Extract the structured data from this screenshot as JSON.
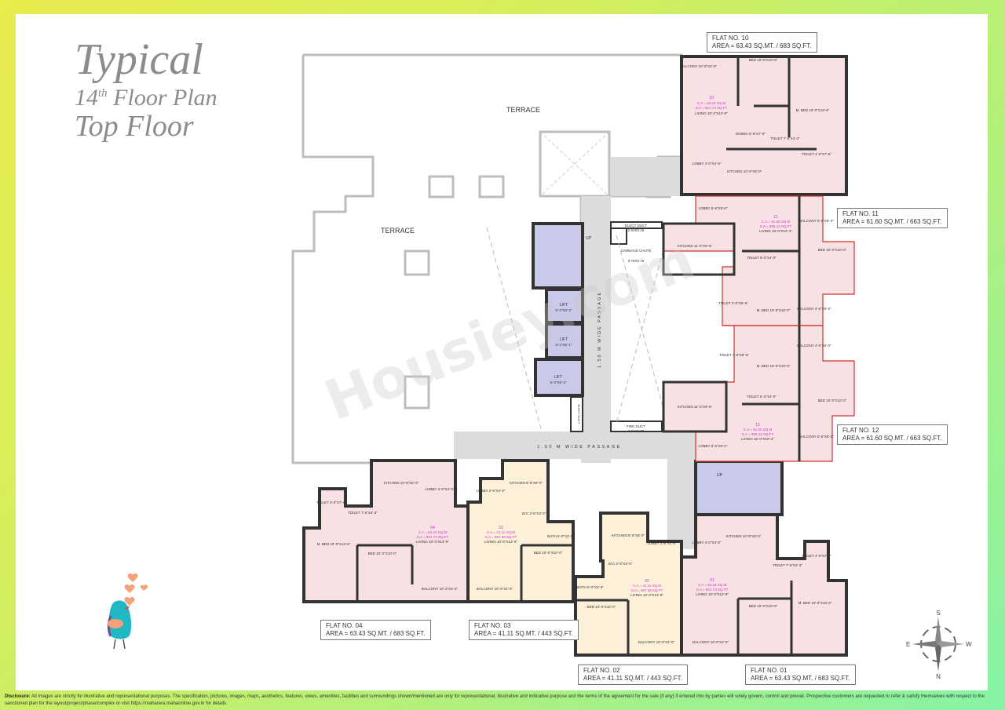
{
  "title": {
    "line1": "Typical",
    "floor_num": "14",
    "floor_sup": "th",
    "line2_rest": " Floor Plan",
    "line3": "Top Floor"
  },
  "terraces": [
    "TERRACE",
    "TERRACE"
  ],
  "core": {
    "up_label": "UP",
    "passage_vertical": "1.50 M WIDE PASSAGE",
    "passage_horizontal": "1.50 M WIDE PASSAGE",
    "elect_duct_top": {
      "label": "ELECT DUCT",
      "size": "2.94X0.15"
    },
    "garbage_chute": {
      "label": "GARBAGE CHUTE",
      "size": "0.75X0.75"
    },
    "fire_duct": {
      "label": "FIRE DUCT",
      "size": "2.94X0.75"
    },
    "elect_duct_side": {
      "label": "ELECT DUCT",
      "size": "0.60X2.10"
    },
    "lifts": [
      {
        "label": "LIFT",
        "size": "6'-3\"X6'-3\""
      },
      {
        "label": "LIFT",
        "size": "6'-3\"X6'-1\""
      },
      {
        "label": "LIFT",
        "size": "6'-3\"X6'-3\""
      }
    ]
  },
  "flats": [
    {
      "id": "10",
      "name": "FLAT NO. 10",
      "area": "AREA = 63.43 SQ.MT. / 683 SQ.FT.",
      "ca": "C.A = 63.43 SQ.M",
      "sa": "S.A = 921.73 SQ.FT",
      "rooms": {
        "living": "LIVING 10'-3\"X13'-9\"",
        "bed": "BED 10'-0\"X10'-0\"",
        "mbed": "M. BED 10'-0\"X13'-6\"",
        "balcony": "BALCONY 10'-3\"X4'-0\"",
        "dining": "DINING 5'-6\"X7'-9\"",
        "kitchen": "KITCHEN 10'-9\"X8'-0\"",
        "lobby": "LOBBY 4'-0\"X4'-9\"",
        "toilet1": "TOILET 7'-6\"X4'-3\"",
        "toilet2": "TOILET 4'-0\"X7'-6\""
      }
    },
    {
      "id": "11",
      "name": "FLAT NO. 11",
      "area": "AREA = 61.60 SQ.MT. / 663 SQ.FT.",
      "ca": "C.A = 61.60 SQ.M",
      "sa": "S.A = 895.13 SQ.FT",
      "rooms": {
        "living": "LIVING 15'-0\"X10'-3\"",
        "kitchen": "KITCHEN 11'-0\"X9'-6\"",
        "lobby": "LOBBY 5'-6\"X5'-0\"",
        "balcony1": "BALCONY 5'-6\"X8'-3\"",
        "bed": "BED 10'-0\"X10'-0\"",
        "toilet1": "TOILET 6'-3\"X4'-0\"",
        "toilet2": "TOILET 4'-0\"X6'-6\"",
        "mbed": "M. BED 10'-6\"X10'-0\"",
        "balcony2": "BALCONY 4'-0\"X6'-0\""
      }
    },
    {
      "id": "12",
      "name": "FLAT NO. 12",
      "area": "AREA = 61.60 SQ.MT. / 663 SQ.FT.",
      "ca": "C.A = 61.60 SQ.M",
      "sa": "S.A = 895.13 SQ.FT",
      "rooms": {
        "living": "LIVING 15'-0\"X10'-3\"",
        "kitchen": "KITCHEN 11'-0\"X9'-6\"",
        "lobby": "LOBBY 5'-6\"X5'-0\"",
        "balcony1": "BALCONY 5'-6\"X8'-3\"",
        "bed": "BED 10'-0\"X10'-0\"",
        "toilet1": "TOILET 6'-3\"X4'-0\"",
        "toilet2": "TOILET 4'-0\"X6'-6\"",
        "mbed": "M. BED 10'-6\"X10'-0\"",
        "balcony2": "BALCONY 4'-0\"X6'-0\""
      }
    },
    {
      "id": "04",
      "name": "FLAT NO. 04",
      "area": "AREA = 63.43 SQ.MT. / 683 SQ.FT.",
      "ca": "C.A = 63.43 SQ.M",
      "sa": "S.A = 921.73 SQ.FT",
      "rooms": {
        "living": "LIVING 10'-3\"X13'-9\"",
        "kitchen": "KITCHEN 10'-9\"X8'-0\"",
        "lobby": "LOBBY 4'-0\"X4'-9\"",
        "toilet1": "TOILET 4'-0\"X7'-6\"",
        "toilet2": "TOILET 7'-6\"X4'-3\"",
        "mbed": "M. BED 10'-0\"X13'-6\"",
        "bed": "BED 10'-0\"X10'-0\"",
        "balcony": "BALCONY 10'-3\"X4'-0\""
      }
    },
    {
      "id": "03",
      "name": "FLAT NO. 03",
      "area": "AREA = 41.11 SQ.MT. / 443 SQ.FT.",
      "ca": "C.A = 41.11 SQ.M",
      "sa": "S.A = 597.39 SQ.FT",
      "rooms": {
        "living": "LIVING 10'-0\"X13'-9\"",
        "kitchen": "KITCHEN 8'-9\"X8'-0\"",
        "lobby": "LOBBY 3'-6\"X4'-9\"",
        "wc": "W.C 3'-6\"X3'-0\"",
        "bath": "BATH 6'-0\"X4'-0\"",
        "bed": "BED 10'-0\"X10'-0\"",
        "balcony": "BALCONY 10'-0\"X4'-0\""
      }
    },
    {
      "id": "02",
      "name": "FLAT NO. 02",
      "area": "AREA = 41.11 SQ.MT. / 443 SQ.FT.",
      "ca": "C.A = 41.11 SQ.M",
      "sa": "S.A = 597.39 SQ.FT",
      "rooms": {
        "living": "LIVING 10'-0\"X13'-9\"",
        "kitchen": "KITCHEN 8'-9\"X8'-0\"",
        "lobby": "LOBBY 3'-6\"X4'-9\"",
        "wc": "W.C 3'-6\"X3'-0\"",
        "bath": "BATH 6'-0\"X4'-0\"",
        "bed": "BED 10'-0\"X10'-0\"",
        "balcony": "BALCONY 10'-0\"X4'-0\""
      }
    },
    {
      "id": "01",
      "name": "FLAT NO. 01",
      "area": "AREA = 63.43 SQ.MT. / 683 SQ.FT.",
      "ca": "C.A = 63.43 SQ.M",
      "sa": "S.A = 921.73 SQ.FT",
      "rooms": {
        "living": "LIVING 10'-3\"X13'-9\"",
        "kitchen": "KITCHEN 10'-9\"X8'-0\"",
        "lobby": "LOBBY 4'-0\"X4'-9\"",
        "toilet1": "TOILET 7'-6\"X4'-3\"",
        "toilet2": "TOILET 4'-0\"X7'-6\"",
        "mbed": "M. BED 10'-0\"X13'-6\"",
        "bed": "BED 10'-0\"X10'-0\"",
        "balcony": "BALCONY 10'-3\"X4'-0\""
      }
    }
  ],
  "compass": {
    "top": "S",
    "bottom": "N",
    "left": "E",
    "right": "W"
  },
  "watermark": "Housiey.com",
  "disclaimer": {
    "label": "Disclosure:",
    "text": "All images are strictly for illustrative and representational purposes. The specification, pictures, images, maps, aesthetics, features, views, amenities, facilities and surroundings shown/mentioned are only for representational, illustrative and indicative purpose and the terms of the agreement for the sale (if any) if entered into by parties will solely govern, control and prevail. Prospective customers are requested to refer & satisfy themselves with respect to the sanctioned plan for the layout/project/phase/complex or visit https://maharera.mahaonline.gov.in for details."
  },
  "colors": {
    "flat_pink": "#f7e1e3",
    "flat_peach": "#fdf0d8",
    "core_lavender": "#c9c9ea",
    "passage_grey": "#dcdcdc",
    "area_magenta": "#d633d6",
    "outline_red": "#d32f2f"
  }
}
